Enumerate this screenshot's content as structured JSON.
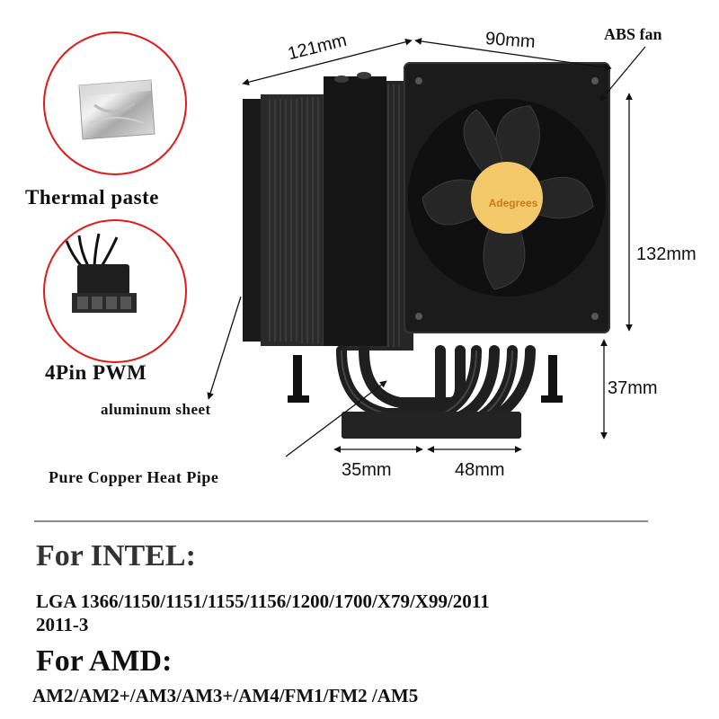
{
  "accessories": {
    "thermal_paste": "Thermal paste",
    "pwm": "4Pin PWM"
  },
  "labels": {
    "abs_fan": "ABS fan",
    "aluminum_sheet": "aluminum sheet",
    "heat_pipe": "Pure Copper Heat Pipe",
    "fan_hub": "Adegrees"
  },
  "dimensions": {
    "depth": "121mm",
    "fan_width": "90mm",
    "height": "132mm",
    "base_height": "37mm",
    "base_left": "35mm",
    "base_right": "48mm"
  },
  "compatibility": {
    "intel_heading": "For INTEL:",
    "intel_line1": "LGA 1366/1150/1151/1155/1156/1200/1700/X79/X99/2011",
    "intel_line2": "2011-3",
    "amd_heading": "For AMD:",
    "amd_line": "AM2/AM2+/AM3/AM3+/AM4/FM1/FM2 /AM5"
  },
  "colors": {
    "circle_border": "#e01919",
    "cooler_body": "#1c1c1c",
    "hub": "#f4c96a",
    "hub_text": "#c8791b"
  }
}
